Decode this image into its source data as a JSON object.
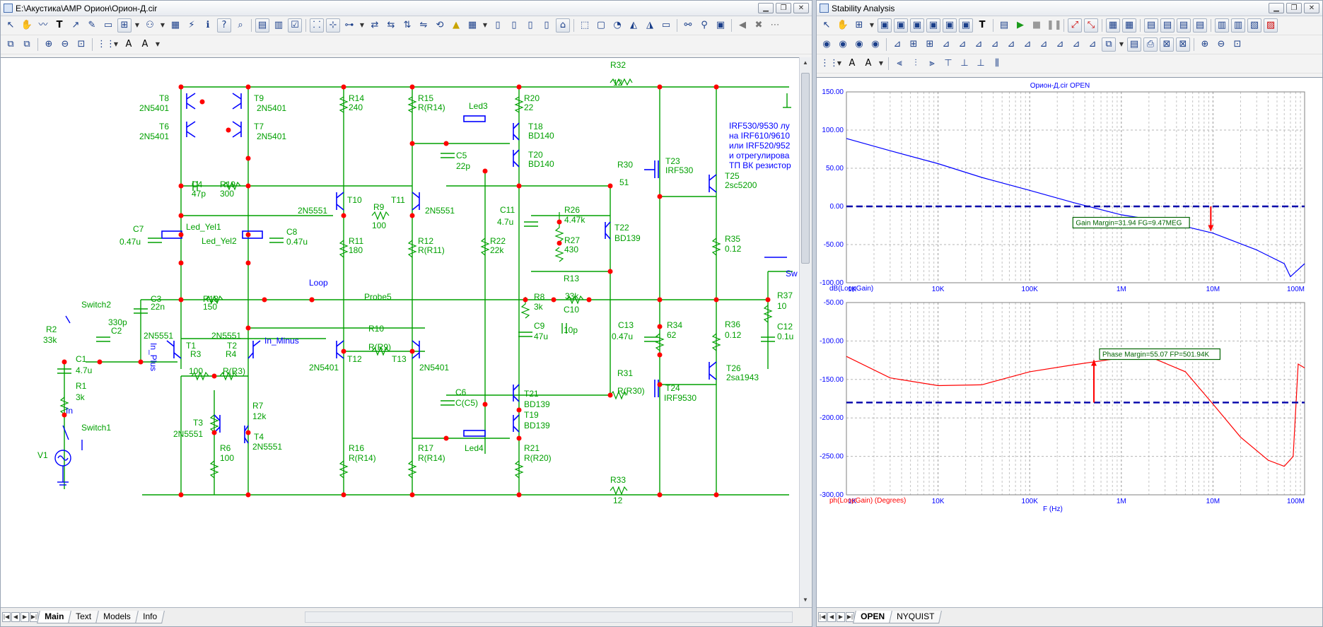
{
  "left_window": {
    "title": "E:\\Акустика\\AMP Орион\\Орион-Д.cir",
    "tabs": [
      "Main",
      "Text",
      "Models",
      "Info"
    ],
    "active_tab": "Main"
  },
  "right_window": {
    "title": "Stability Analysis",
    "tabs": [
      "OPEN",
      "NYQUIST"
    ],
    "active_tab": "OPEN"
  },
  "schematic": {
    "components": {
      "T8": "T8",
      "T8m": "2N5401",
      "T9": "T9",
      "T9m": "2N5401",
      "T6": "T6",
      "T6m": "2N5401",
      "T7": "T7",
      "T7m": "2N5401",
      "C4": "C4",
      "C4v": "47p",
      "R19": "R19",
      "R19v": "300",
      "T10": "T10",
      "T10m": "2N5551",
      "T11": "T11",
      "T11m": "2N5551",
      "R9": "R9",
      "R9v": "100",
      "C7": "C7",
      "C7v": "0.47u",
      "LedYel1": "Led_Yel1",
      "LedYel2": "Led_Yel2",
      "C8": "C8",
      "C8v": "0.47u",
      "R14": "R14",
      "R14v": "240",
      "R15": "R15",
      "R15v": "R(R14)",
      "R11": "R11",
      "R11v": "180",
      "R12": "R12",
      "R12v": "R(R11)",
      "R20": "R20",
      "R20v": "22",
      "Led3": "Led3",
      "T18": "T18",
      "T18m": "BD140",
      "T20": "T20",
      "T20m": "BD140",
      "C5": "C5",
      "C5v": "22p",
      "R32": "R32",
      "R32v": "12",
      "R30": "R30",
      "R30v": "51",
      "T23": "T23",
      "T23m": "IRF530",
      "T25": "T25",
      "T25m": "2sc5200",
      "note": [
        "IRF530/9530 лу",
        "на IRF610/9610",
        "или IRF520/952",
        "и отрегулирова",
        "ТП ВК резистор"
      ],
      "C11": "C11",
      "C11v": "4.7u",
      "R26": "R26",
      "R26v": "4.47k",
      "R27": "R27",
      "R27v": "430",
      "T22": "T22",
      "T22m": "BD139",
      "R22": "R22",
      "R22v": "22k",
      "R35": "R35",
      "R35v": "0.12",
      "C3": "C3",
      "C3v": "22n",
      "R18": "R18",
      "R18v": "150",
      "Loop": "Loop",
      "Probe5": "Probe5",
      "R8": "R8",
      "R8v": "3k",
      "R13": "R13",
      "R13v": "33k",
      "C10": "C10",
      "C10v": "10p",
      "C9": "C9",
      "C9v": "47u",
      "R37": "R37",
      "R37v": "10",
      "C12": "C12",
      "C12v": "0.1u",
      "Sw": "Sw",
      "Switch2": "Switch2",
      "R2": "R2",
      "R2v": "33k",
      "C2v": "330p",
      "C2": "C2",
      "T1": "T1",
      "T1m": "2N5551",
      "T2": "T2",
      "T2m": "2N5551",
      "InMinus": "In_Minus",
      "InPlus": "In_Plus",
      "R3": "R3",
      "R3v": "100",
      "R4": "R4",
      "R4v": "R(R3)",
      "R10": "R10",
      "R10v": "R(R9)",
      "T12": "T12",
      "T12m": "2N5401",
      "T13": "T13",
      "T13m": "2N5401",
      "C13": "C13",
      "C13v": "0.47u",
      "R34": "R34",
      "R34v": "62",
      "R36": "R36",
      "R36v": "0.12",
      "C1": "C1",
      "C1v": "4.7u",
      "R1": "R1",
      "R1v": "3k",
      "In": "In",
      "Switch1": "Switch1",
      "V1": "V1",
      "R7": "R7",
      "R7v": "12k",
      "T3": "T3",
      "T3m": "2N5551",
      "T4": "T4",
      "T4m": "2N5551",
      "R6": "R6",
      "R6v": "100",
      "C6": "C6",
      "C6v": "C(C5)",
      "T21": "T21",
      "T21m": "BD139",
      "T19": "T19",
      "T19m": "BD139",
      "Led4": "Led4",
      "R31": "R31",
      "R31v": "R(R30)",
      "T24": "T24",
      "T24m": "IRF9530",
      "T26": "T26",
      "T26m": "2sa1943",
      "R16": "R16",
      "R16v": "R(R14)",
      "R17": "R17",
      "R17v": "R(R14)",
      "R21": "R21",
      "R21v": "R(R20)",
      "R33": "R33",
      "R33v": "12"
    }
  },
  "chart_data": [
    {
      "type": "line",
      "title": "Орион-Д.cir OPEN",
      "xlabel": "",
      "ylabel": "dB(LoopGain)",
      "x_scale": "log",
      "xlim": [
        1000,
        100000000
      ],
      "ylim": [
        -100,
        150
      ],
      "x_ticks": [
        "1K",
        "10K",
        "100K",
        "1M",
        "10M",
        "100M"
      ],
      "y_ticks": [
        "150.00",
        "100.00",
        "50.00",
        "0.00",
        "-50.00",
        "-100.00"
      ],
      "series": [
        {
          "name": "dB(LoopGain)",
          "color": "#0000ff",
          "x": [
            1000,
            3000,
            10000,
            30000,
            100000,
            300000,
            1000000,
            3000000,
            10000000,
            30000000,
            60000000,
            70000000,
            100000000
          ],
          "y": [
            89,
            73,
            56,
            38,
            21,
            5,
            -11,
            -20,
            -35,
            -57,
            -75,
            -92,
            -75
          ]
        },
        {
          "name": "0 dB reference",
          "color": "#0000aa",
          "dashed": true,
          "x": [
            1000,
            100000000
          ],
          "y": [
            0,
            0
          ]
        }
      ],
      "annotations": [
        {
          "text": "Gain Margin=31.94 FG=9.47MEG",
          "x": 9470000,
          "y": -31.94
        }
      ]
    },
    {
      "type": "line",
      "title": "",
      "xlabel": "F (Hz)",
      "ylabel": "ph(LoopGain) (Degrees)",
      "x_scale": "log",
      "xlim": [
        1000,
        100000000
      ],
      "ylim": [
        -300,
        -50
      ],
      "x_ticks": [
        "1K",
        "10K",
        "100K",
        "1M",
        "10M",
        "100M"
      ],
      "y_ticks": [
        "-50.00",
        "-100.00",
        "-150.00",
        "-200.00",
        "-250.00",
        "-300.00"
      ],
      "series": [
        {
          "name": "ph(LoopGain)",
          "color": "#ff0000",
          "x": [
            1000,
            3000,
            10000,
            30000,
            100000,
            300000,
            1000000,
            2000000,
            5000000,
            10000000,
            20000000,
            40000000,
            60000000,
            75000000,
            85000000,
            100000000
          ],
          "y": [
            -120,
            -148,
            -158,
            -157,
            -140,
            -131,
            -122,
            -120,
            -140,
            -182,
            -225,
            -255,
            -263,
            -250,
            -130,
            -135
          ]
        },
        {
          "name": "-180 reference",
          "color": "#0000aa",
          "dashed": true,
          "x": [
            1000,
            100000000
          ],
          "y": [
            -180,
            -180
          ]
        }
      ],
      "annotations": [
        {
          "text": "Phase Margin=55.07 FP=501.94K",
          "x": 501940,
          "y": -124.93
        }
      ]
    }
  ]
}
